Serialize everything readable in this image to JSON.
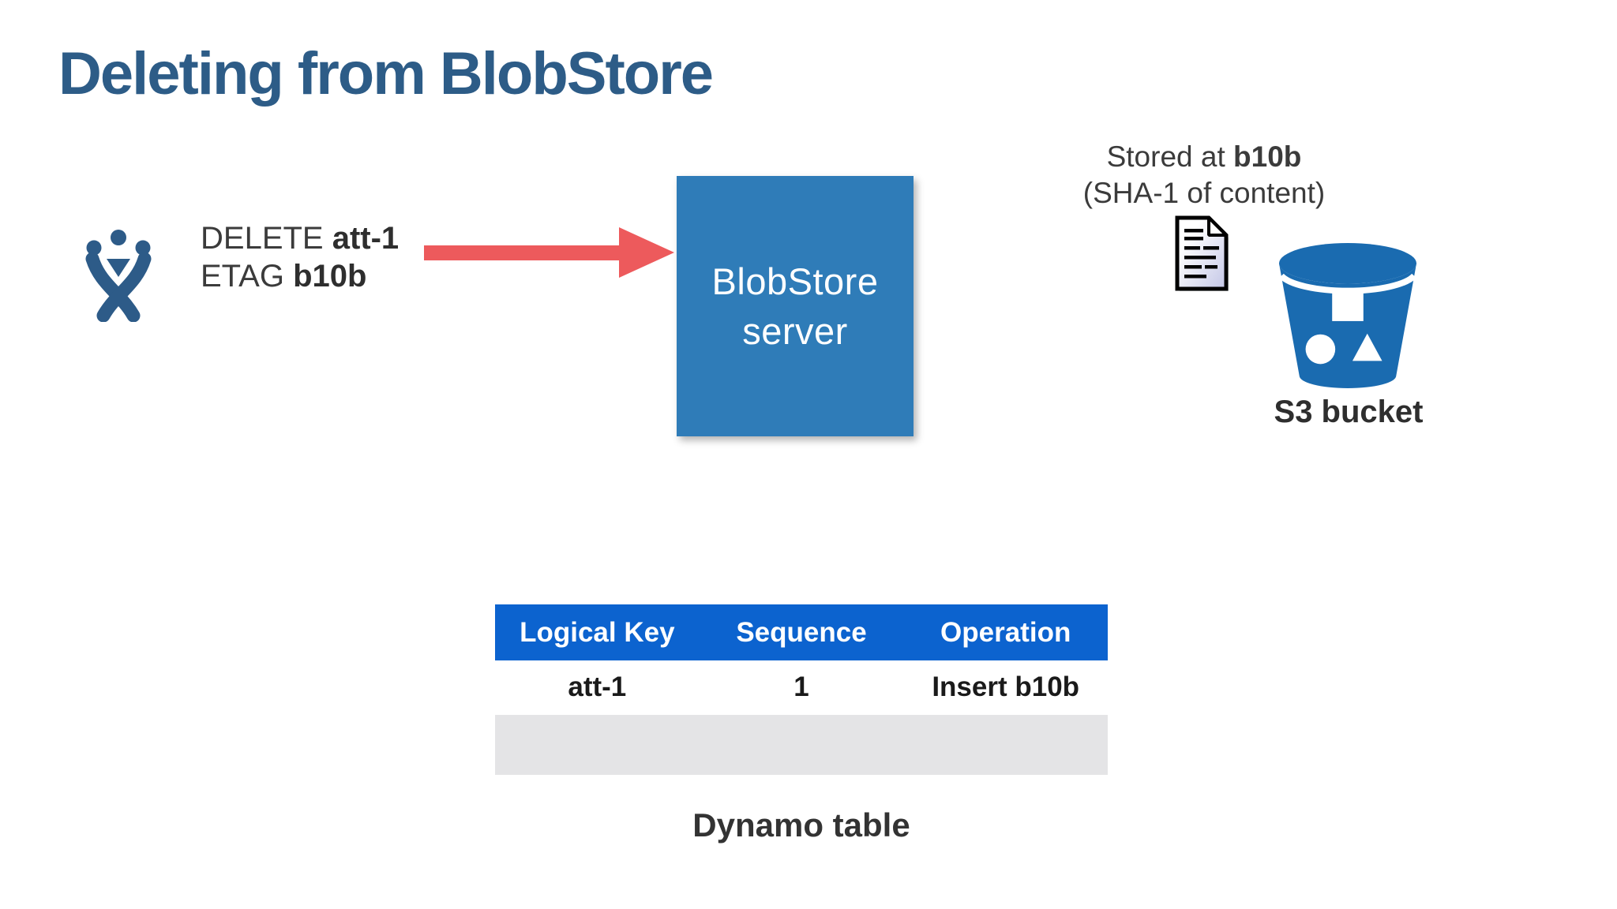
{
  "slide": {
    "title": "Deleting from BlobStore"
  },
  "client": {
    "icon": "jira-person-icon",
    "line1": {
      "normal": "DELETE ",
      "key": "att-1"
    },
    "line2": {
      "normal": "ETAG ",
      "key": "b10b"
    }
  },
  "server": {
    "line1": "BlobStore",
    "line2": "server"
  },
  "storage": {
    "stored_prefix": "Stored at ",
    "stored_key": "b10b",
    "note": "(SHA-1 of content)",
    "document_icon": "document-icon",
    "bucket_icon": "s3-bucket-icon",
    "bucket_label": "S3 bucket"
  },
  "table": {
    "headers": [
      "Logical Key",
      "Sequence",
      "Operation"
    ],
    "rows": [
      [
        "att-1",
        "1",
        "Insert b10b"
      ]
    ],
    "has_empty_row": true,
    "caption": "Dynamo table"
  },
  "colors": {
    "title": "#2d5c87",
    "text_dark": "#3b3b3b",
    "arrow": "#ed5a5c",
    "server_box": "#2f7cb8",
    "header_bg": "#0c63cf",
    "empty_row_bg": "#e4e4e6",
    "bucket": "#1a6bb0",
    "icon_blue": "#2d5b88"
  }
}
